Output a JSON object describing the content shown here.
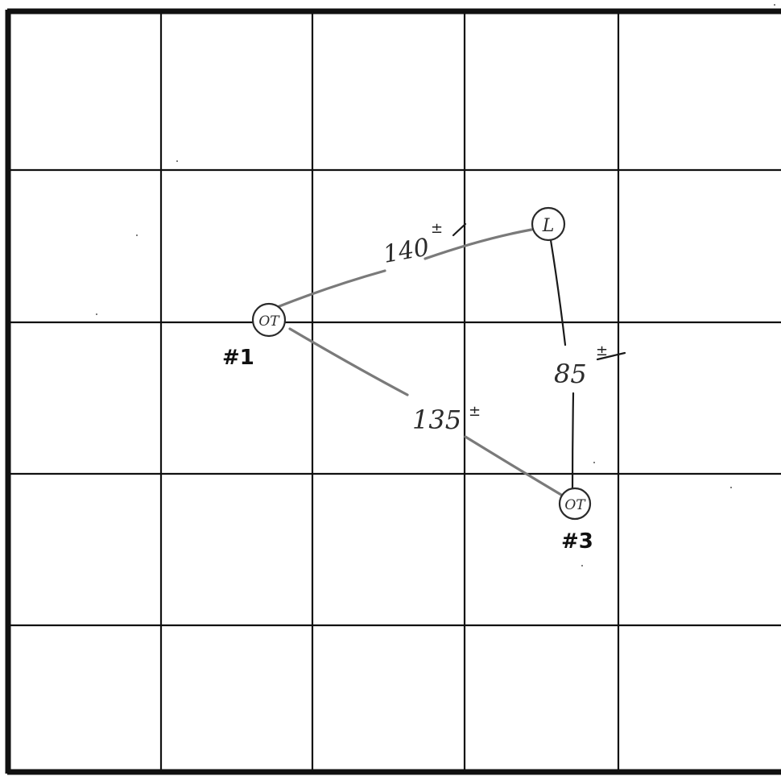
{
  "nodes": [
    {
      "id": "1",
      "mark": "OT",
      "label": "#1"
    },
    {
      "id": "2",
      "mark": "L",
      "label": ""
    },
    {
      "id": "3",
      "mark": "OT",
      "label": "#3"
    }
  ],
  "edges": [
    {
      "from": "1",
      "to": "2",
      "distance": "140",
      "tolerance": "±"
    },
    {
      "from": "2",
      "to": "3",
      "distance": "85",
      "tolerance": "±"
    },
    {
      "from": "1",
      "to": "3",
      "distance": "135",
      "tolerance": "±"
    }
  ],
  "colors": {
    "grid": "#111111",
    "pencil_line": "#7a7a7a",
    "ink_line": "#1a1a1a",
    "background": "#ffffff"
  }
}
